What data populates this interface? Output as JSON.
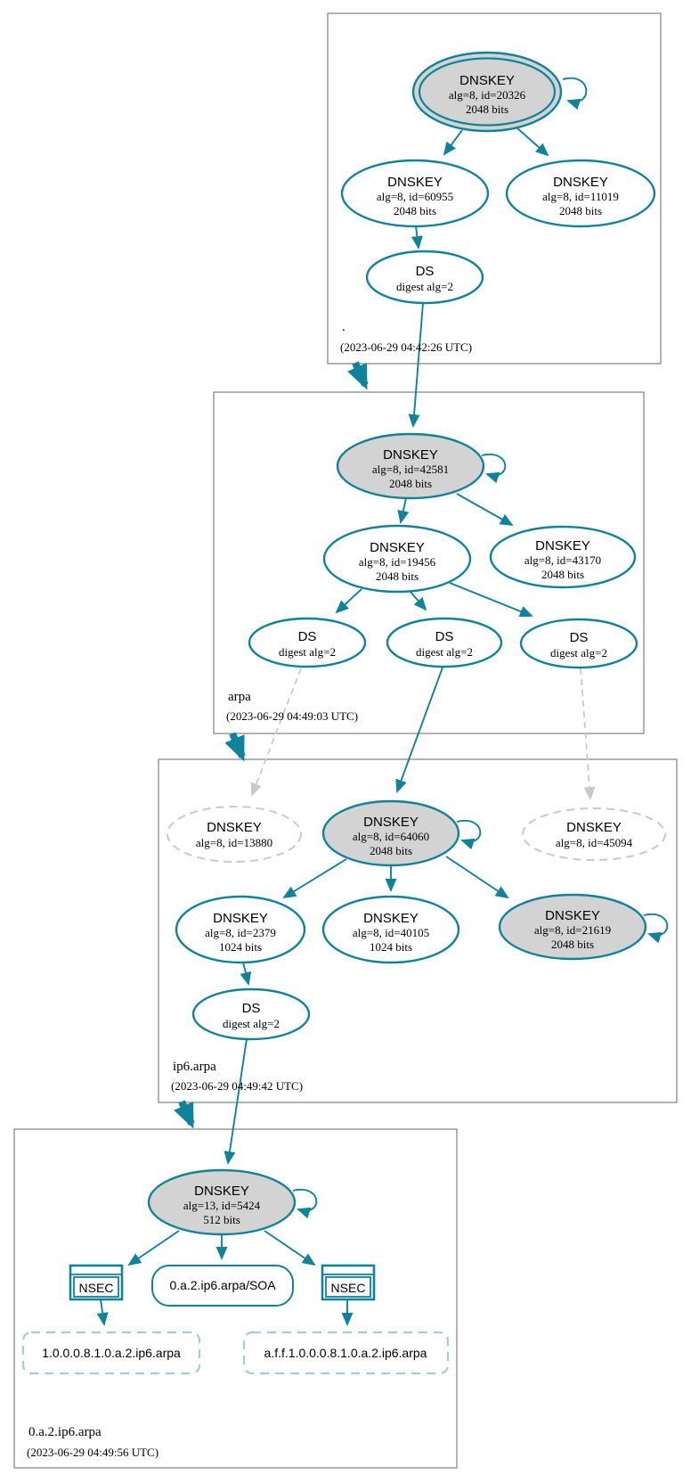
{
  "colors": {
    "secure_teal": "#0f8399",
    "key_fill_gray": "#d3d3d3",
    "missing_dashed_gray": "#c9c9c9",
    "optout_dashed_blue": "#9fcddb",
    "zone_box_border": "#808080"
  },
  "zones": {
    "root": {
      "label": ".",
      "timestamp": "(2023-06-29 04:42:26 UTC)",
      "nodes": {
        "ksk": {
          "title": "DNSKEY",
          "alg": "alg=8, id=20326",
          "bits": "2048 bits"
        },
        "zsk": {
          "title": "DNSKEY",
          "alg": "alg=8, id=60955",
          "bits": "2048 bits"
        },
        "key2": {
          "title": "DNSKEY",
          "alg": "alg=8, id=11019",
          "bits": "2048 bits"
        },
        "ds": {
          "title": "DS",
          "digest": "digest alg=2"
        }
      }
    },
    "arpa": {
      "label": "arpa",
      "timestamp": "(2023-06-29 04:49:03 UTC)",
      "nodes": {
        "ksk": {
          "title": "DNSKEY",
          "alg": "alg=8, id=42581",
          "bits": "2048 bits"
        },
        "zsk": {
          "title": "DNSKEY",
          "alg": "alg=8, id=19456",
          "bits": "2048 bits"
        },
        "key2": {
          "title": "DNSKEY",
          "alg": "alg=8, id=43170",
          "bits": "2048 bits"
        },
        "ds1": {
          "title": "DS",
          "digest": "digest alg=2"
        },
        "ds2": {
          "title": "DS",
          "digest": "digest alg=2"
        },
        "ds3": {
          "title": "DS",
          "digest": "digest alg=2"
        }
      }
    },
    "ip6arpa": {
      "label": "ip6.arpa",
      "timestamp": "(2023-06-29 04:49:42 UTC)",
      "nodes": {
        "missing1": {
          "title": "DNSKEY",
          "alg": "alg=8, id=13880"
        },
        "ksk": {
          "title": "DNSKEY",
          "alg": "alg=8, id=64060",
          "bits": "2048 bits"
        },
        "missing2": {
          "title": "DNSKEY",
          "alg": "alg=8, id=45094"
        },
        "zsk1": {
          "title": "DNSKEY",
          "alg": "alg=8, id=2379",
          "bits": "1024 bits"
        },
        "zsk2": {
          "title": "DNSKEY",
          "alg": "alg=8, id=40105",
          "bits": "1024 bits"
        },
        "key3": {
          "title": "DNSKEY",
          "alg": "alg=8, id=21619",
          "bits": "2048 bits"
        },
        "ds": {
          "title": "DS",
          "digest": "digest alg=2"
        }
      }
    },
    "target": {
      "label": "0.a.2.ip6.arpa",
      "timestamp": "(2023-06-29 04:49:56 UTC)",
      "nodes": {
        "ksk": {
          "title": "DNSKEY",
          "alg": "alg=13, id=5424",
          "bits": "512 bits"
        },
        "nsec_left": {
          "title": "NSEC"
        },
        "soa": {
          "title": "0.a.2.ip6.arpa/SOA"
        },
        "nsec_right": {
          "title": "NSEC"
        },
        "nxname1": {
          "title": "1.0.0.0.8.1.0.a.2.ip6.arpa"
        },
        "nxname2": {
          "title": "a.f.f.1.0.0.0.8.1.0.a.2.ip6.arpa"
        }
      }
    }
  }
}
